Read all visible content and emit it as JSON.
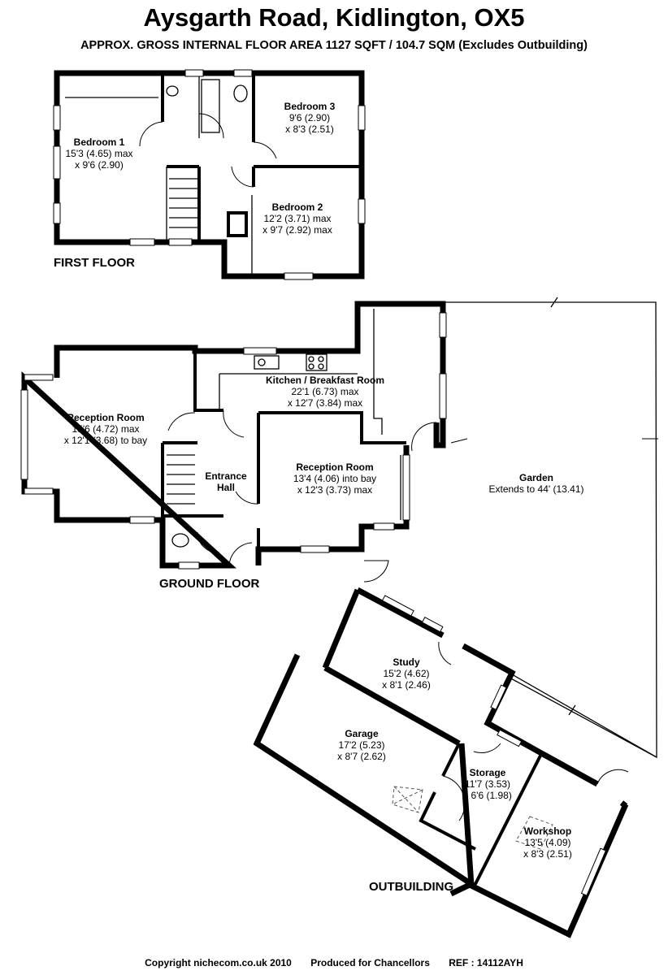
{
  "header": {
    "title": "Aysgarth Road, Kidlington, OX5",
    "subtitle": "APPROX. GROSS INTERNAL FLOOR AREA 1127 SQFT / 104.7 SQM (Excludes Outbuilding)"
  },
  "floors": {
    "first": "FIRST FLOOR",
    "ground": "GROUND FLOOR",
    "outbuilding": "OUTBUILDING"
  },
  "rooms": {
    "bedroom1": {
      "name": "Bedroom 1",
      "dim1": "15'3 (4.65) max",
      "dim2": "x 9'6 (2.90)"
    },
    "bedroom3": {
      "name": "Bedroom 3",
      "dim1": "9'6 (2.90)",
      "dim2": "x 8'3 (2.51)"
    },
    "bedroom2": {
      "name": "Bedroom 2",
      "dim1": "12'2 (3.71) max",
      "dim2": "x 9'7 (2.92) max"
    },
    "kitchen": {
      "name": "Kitchen / Breakfast Room",
      "dim1": "22'1 (6.73) max",
      "dim2": "x 12'7 (3.84) max"
    },
    "reception1": {
      "name": "Reception Room",
      "dim1": "15'6 (4.72) max",
      "dim2": "x 12'1 (3.68) to bay"
    },
    "hall": {
      "name1": "Entrance",
      "name2": "Hall"
    },
    "reception2": {
      "name": "Reception Room",
      "dim1": "13'4 (4.06) into bay",
      "dim2": "x 12'3 (3.73) max"
    },
    "garden": {
      "name": "Garden",
      "dim1": "Extends to 44' (13.41)"
    },
    "study": {
      "name": "Study",
      "dim1": "15'2 (4.62)",
      "dim2": "x 8'1 (2.46)"
    },
    "garage": {
      "name": "Garage",
      "dim1": "17'2 (5.23)",
      "dim2": "x 8'7 (2.62)"
    },
    "storage": {
      "name": "Storage",
      "dim1": "11'7 (3.53)",
      "dim2": "x 6'6 (1.98)"
    },
    "workshop": {
      "name": "Workshop",
      "dim1": "13'5 (4.09)",
      "dim2": "x 8'3 (2.51)"
    }
  },
  "footer": {
    "copyright": "Copyright nichecom.co.uk 2010",
    "produced": "Produced for Chancellors",
    "ref": "REF : 14112AYH"
  }
}
